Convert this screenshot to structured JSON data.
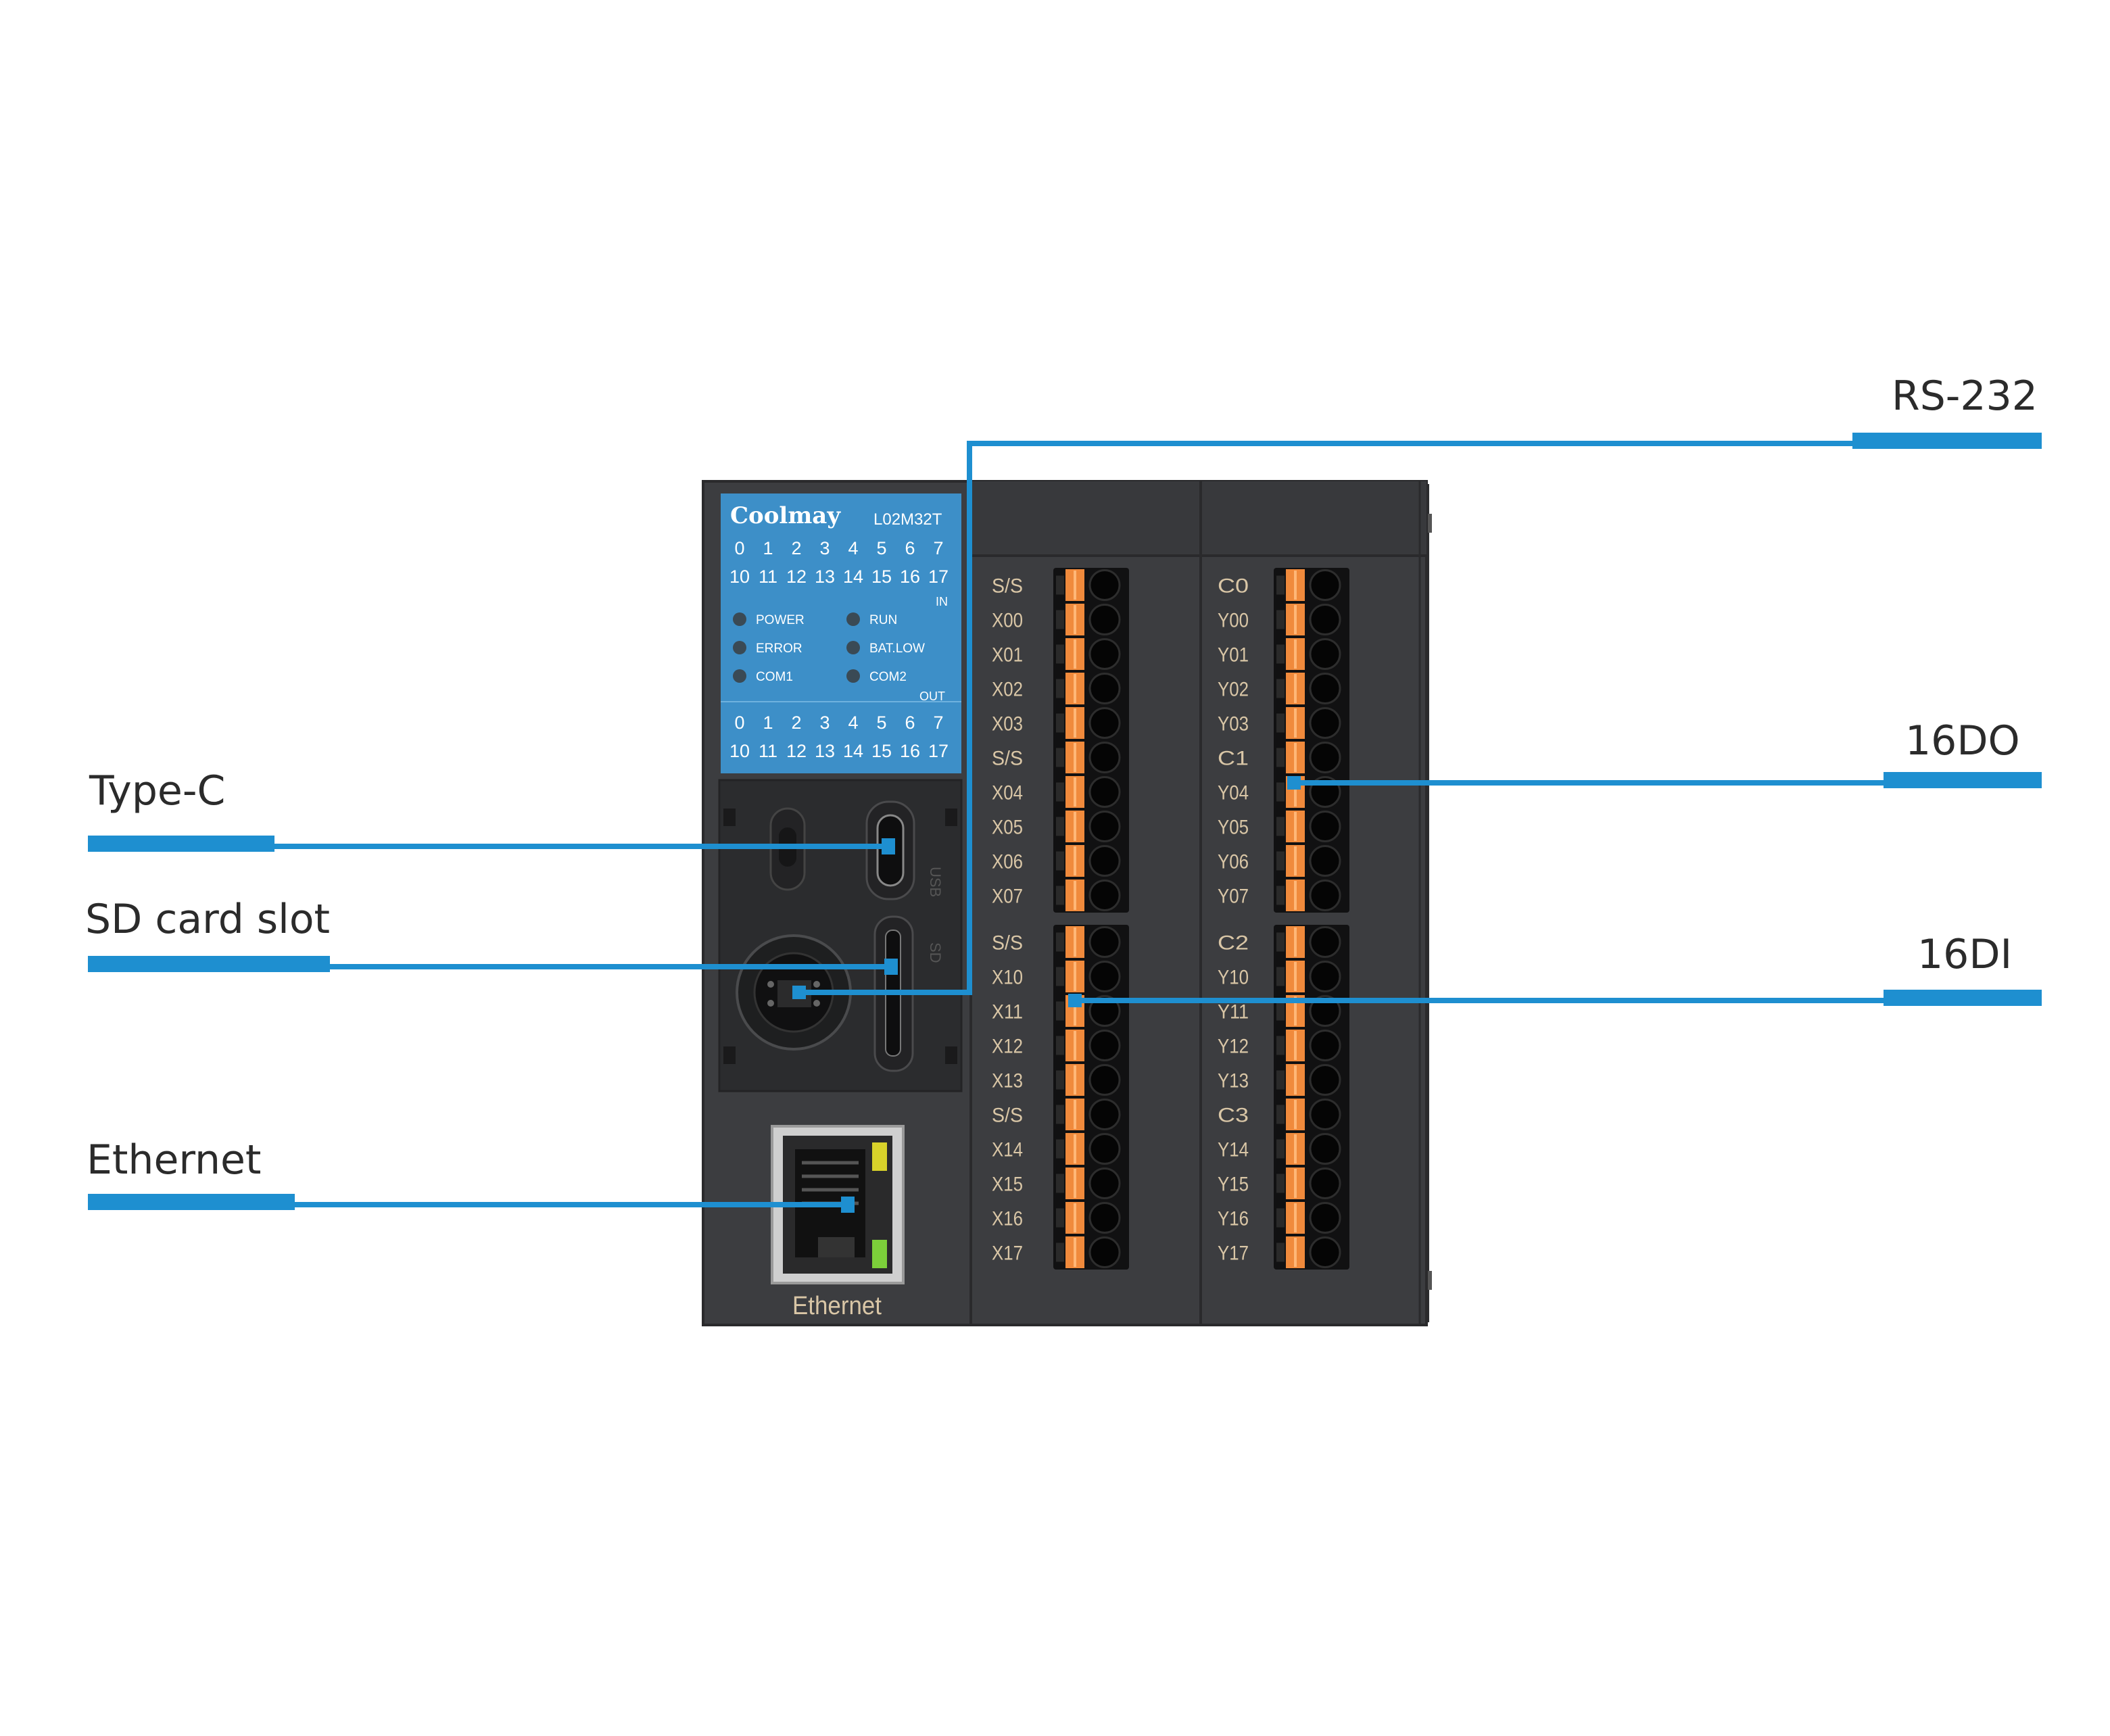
{
  "callouts": {
    "rs232": "RS-232",
    "do16": "16DO",
    "di16": "16DI",
    "typec": "Type-C",
    "sdcard": "SD card slot",
    "ethernet": "Ethernet"
  },
  "panel": {
    "brand": "Coolmay",
    "model": "L02M32T",
    "in_row1": [
      "0",
      "1",
      "2",
      "3",
      "4",
      "5",
      "6",
      "7"
    ],
    "in_row2": [
      "10",
      "11",
      "12",
      "13",
      "14",
      "15",
      "16",
      "17"
    ],
    "in_label": "IN",
    "out_label": "OUT",
    "out_row1": [
      "0",
      "1",
      "2",
      "3",
      "4",
      "5",
      "6",
      "7"
    ],
    "out_row2": [
      "10",
      "11",
      "12",
      "13",
      "14",
      "15",
      "16",
      "17"
    ],
    "leds_left": [
      "POWER",
      "ERROR",
      "COM1"
    ],
    "leds_right": [
      "RUN",
      "BAT.LOW",
      "COM2"
    ],
    "usb_label": "USB",
    "sd_label": "SD",
    "eth_label": "Ethernet"
  },
  "terminals": {
    "inputs_top": [
      "S/S",
      "X00",
      "X01",
      "X02",
      "X03",
      "S/S",
      "X04",
      "X05",
      "X06",
      "X07"
    ],
    "inputs_bottom": [
      "S/S",
      "X10",
      "X11",
      "X12",
      "X13",
      "S/S",
      "X14",
      "X15",
      "X16",
      "X17"
    ],
    "outputs_top": [
      "C0",
      "Y00",
      "Y01",
      "Y02",
      "Y03",
      "C1",
      "Y04",
      "Y05",
      "Y06",
      "Y07"
    ],
    "outputs_bottom": [
      "C2",
      "Y10",
      "Y11",
      "Y12",
      "Y13",
      "C3",
      "Y14",
      "Y15",
      "Y16",
      "Y17"
    ]
  },
  "colors": {
    "callout_line": "#1e8fd0",
    "housing": "#3c3d40",
    "panel_blue": "#3d8fc8",
    "terminal_orange": "#f08a3c"
  }
}
